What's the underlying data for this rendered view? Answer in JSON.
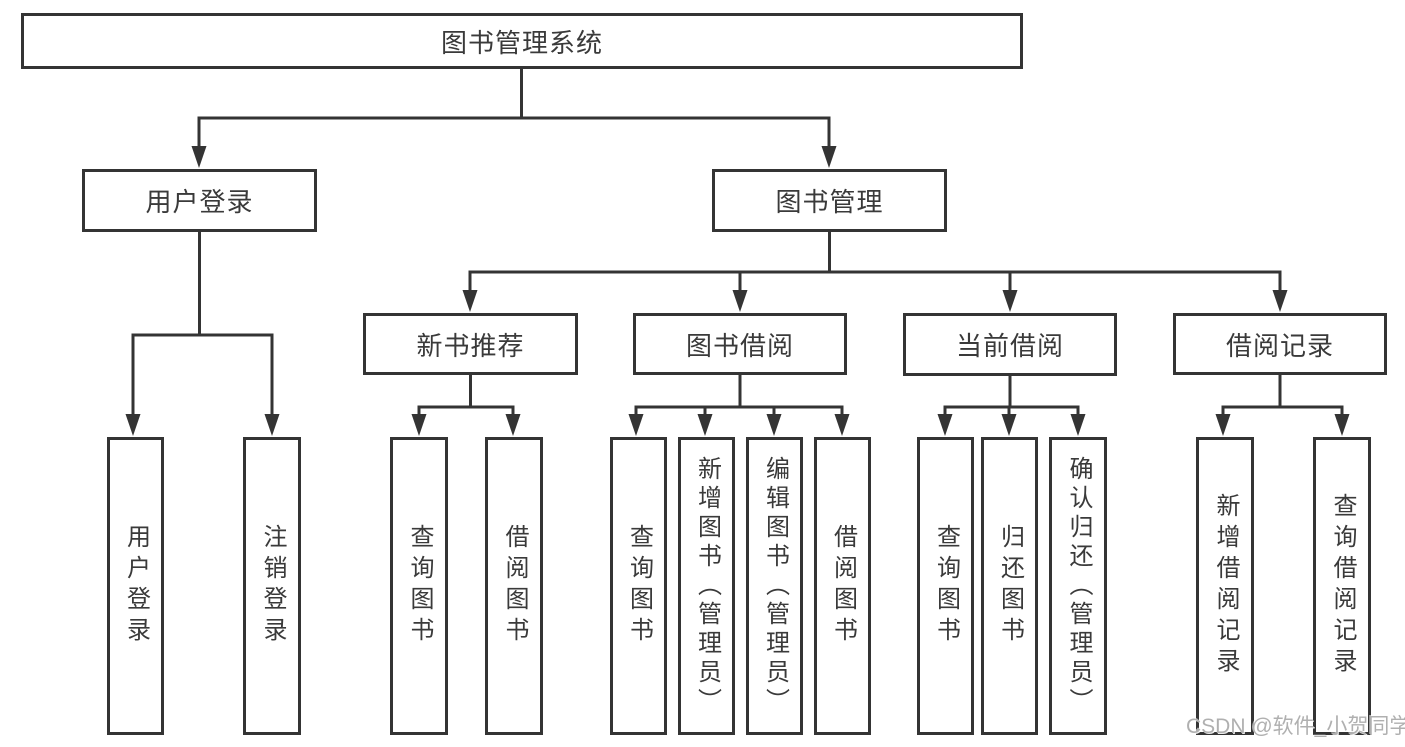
{
  "diagram": {
    "title": "图书管理系统",
    "watermark": "CSDN @软件_小贺同学",
    "colors": {
      "line": "#343434",
      "text": "#3a3a3a",
      "watermark": "#b0b0b0",
      "background": "#ffffff"
    },
    "nodes": {
      "root": {
        "label": "图书管理系统"
      },
      "user_login": {
        "label": "用户登录"
      },
      "book_mgmt": {
        "label": "图书管理"
      },
      "login": {
        "label": "用户登录"
      },
      "logout": {
        "label": "注销登录"
      },
      "new_books": {
        "label": "新书推荐"
      },
      "borrowing": {
        "label": "图书借阅"
      },
      "current": {
        "label": "当前借阅"
      },
      "records": {
        "label": "借阅记录"
      },
      "nb_query": {
        "label": "查询图书"
      },
      "nb_borrow": {
        "label": "借阅图书"
      },
      "b_query": {
        "label": "查询图书"
      },
      "b_add": {
        "label": "新增图书（管理员）"
      },
      "b_edit": {
        "label": "编辑图书（管理员）"
      },
      "b_borrow": {
        "label": "借阅图书"
      },
      "c_query": {
        "label": "查询图书"
      },
      "c_return": {
        "label": "归还图书"
      },
      "c_confirm": {
        "label": "确认归还（管理员）"
      },
      "r_add": {
        "label": "新增借阅记录"
      },
      "r_query": {
        "label": "查询借阅记录"
      }
    },
    "edges": [
      {
        "from": "root",
        "to": "user_login"
      },
      {
        "from": "root",
        "to": "book_mgmt"
      },
      {
        "from": "user_login",
        "to": "login"
      },
      {
        "from": "user_login",
        "to": "logout"
      },
      {
        "from": "book_mgmt",
        "to": "new_books"
      },
      {
        "from": "book_mgmt",
        "to": "borrowing"
      },
      {
        "from": "book_mgmt",
        "to": "current"
      },
      {
        "from": "book_mgmt",
        "to": "records"
      },
      {
        "from": "new_books",
        "to": "nb_query"
      },
      {
        "from": "new_books",
        "to": "nb_borrow"
      },
      {
        "from": "borrowing",
        "to": "b_query"
      },
      {
        "from": "borrowing",
        "to": "b_add"
      },
      {
        "from": "borrowing",
        "to": "b_edit"
      },
      {
        "from": "borrowing",
        "to": "b_borrow"
      },
      {
        "from": "current",
        "to": "c_query"
      },
      {
        "from": "current",
        "to": "c_return"
      },
      {
        "from": "current",
        "to": "c_confirm"
      },
      {
        "from": "records",
        "to": "r_add"
      },
      {
        "from": "records",
        "to": "r_query"
      }
    ]
  }
}
